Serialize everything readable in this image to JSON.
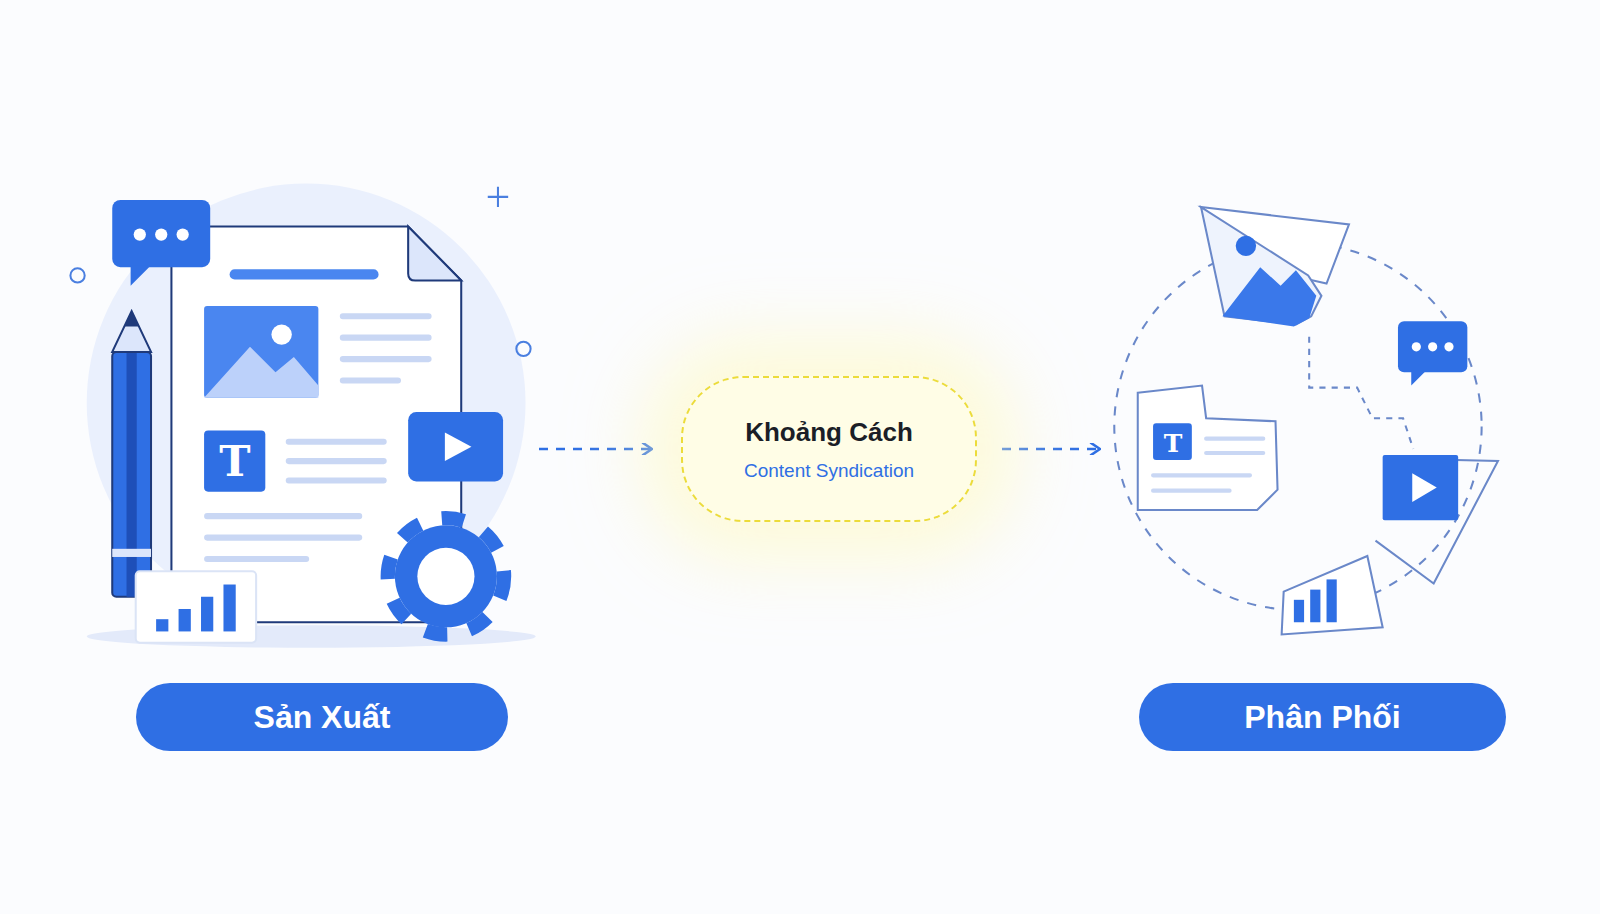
{
  "diagram": {
    "nodes": [
      {
        "text": [
          "Sản Xuất"
        ]
      },
      {
        "text": [
          "Khoảng Cách",
          "Content Syndication"
        ]
      },
      {
        "text": [
          "Phân Phối"
        ]
      }
    ],
    "edges": [
      {
        "from": 0,
        "to": 1,
        "arrow": "to"
      },
      {
        "from": 1,
        "to": 2,
        "arrow": "to"
      }
    ],
    "labels": [
      "T",
      "T"
    ]
  }
}
